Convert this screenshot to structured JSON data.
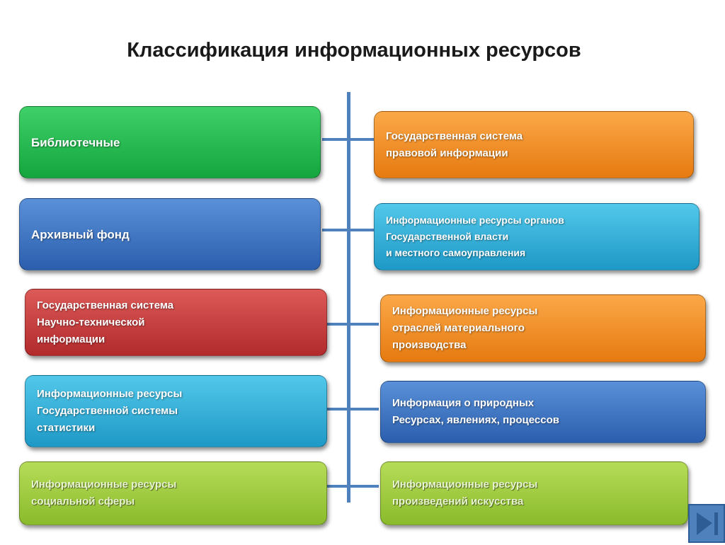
{
  "title": "Классификация информационных ресурсов",
  "left": [
    "Библиотечные",
    "Архивный фонд",
    "Государственная система\nНаучно-технической\nинформации",
    " Информационные ресурсы\nГосударственной системы\nстатистики",
    "Информационные ресурсы\nсоциальной сферы"
  ],
  "right": [
    "Государственная система\nправовой информации",
    "Информационные ресурсы органов\nГосударственной власти\nи местного самоуправления",
    "Информационные ресурсы\nотраслей материального\nпроизводства",
    "Информация о природных\nРесурсах, явлениях, процессов",
    "Информационные ресурсы\n произведений искусства"
  ]
}
